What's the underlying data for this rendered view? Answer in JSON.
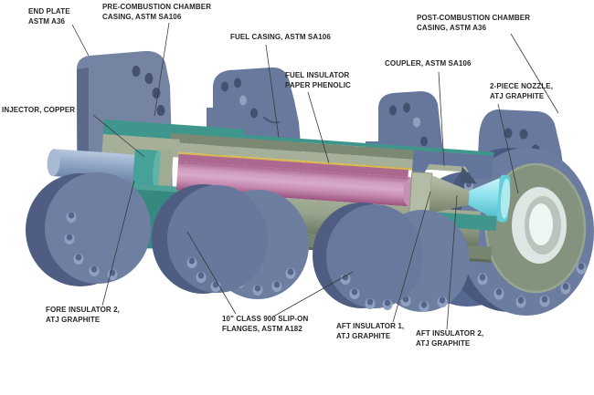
{
  "figure": {
    "type": "engineering-cutaway-diagram",
    "subject": "hybrid rocket motor sectioned CAD assembly",
    "background": "#ffffff"
  },
  "callouts": [
    {
      "id": "end-plate",
      "line1": "END PLATE",
      "line2": "ASTM A36"
    },
    {
      "id": "pre-combustion-chamber-casing",
      "line1": "PRE-COMBUSTION CHAMBER",
      "line2": "CASING, ASTM SA106"
    },
    {
      "id": "fuel-casing",
      "line1": "FUEL CASING, ASTM SA106",
      "line2": ""
    },
    {
      "id": "fuel-insulator",
      "line1": "FUEL INSULATOR",
      "line2": "PAPER PHENOLIC"
    },
    {
      "id": "coupler",
      "line1": "COUPLER, ASTM SA106",
      "line2": ""
    },
    {
      "id": "post-combustion-chamber-casing",
      "line1": "POST-COMBUSTION CHAMBER",
      "line2": "CASING, ASTM A36"
    },
    {
      "id": "two-piece-nozzle",
      "line1": "2-PIECE NOZZLE,",
      "line2": "ATJ GRAPHITE"
    },
    {
      "id": "injector",
      "line1": "INJECTOR, COPPER",
      "line2": ""
    },
    {
      "id": "fore-insulator-2",
      "line1": "FORE INSULATOR 2,",
      "line2": "ATJ GRAPHITE"
    },
    {
      "id": "slip-on-flanges",
      "line1": "10\" CLASS 900 SLIP-ON",
      "line2": "FLANGES, ASTM A182"
    },
    {
      "id": "aft-insulator-1",
      "line1": "AFT INSULATOR 1,",
      "line2": "ATJ GRAPHITE"
    },
    {
      "id": "aft-insulator-2",
      "line1": "AFT INSULATOR 2,",
      "line2": "ATJ GRAPHITE"
    }
  ],
  "colors": {
    "flange_blue": "#6b7ca0",
    "flange_blue_dark": "#4e5d81",
    "flange_blue_light": "#8fa0c0",
    "casing_teal": "#3f968c",
    "casing_sage": "#8d9a86",
    "cut_face_sage": "#a6b098",
    "fuel_insulator_pink": "#c489ae",
    "fuel_insulator_pink_dark": "#9a5480",
    "liner_yellow": "#d9ba4a",
    "injector_blue": "#8ea5c4",
    "nozzle_cyan": "#8ee2ee",
    "nozzle_disc_green": "#83937e",
    "leader_line": "#3a3a3a",
    "label_text": "#262626"
  }
}
